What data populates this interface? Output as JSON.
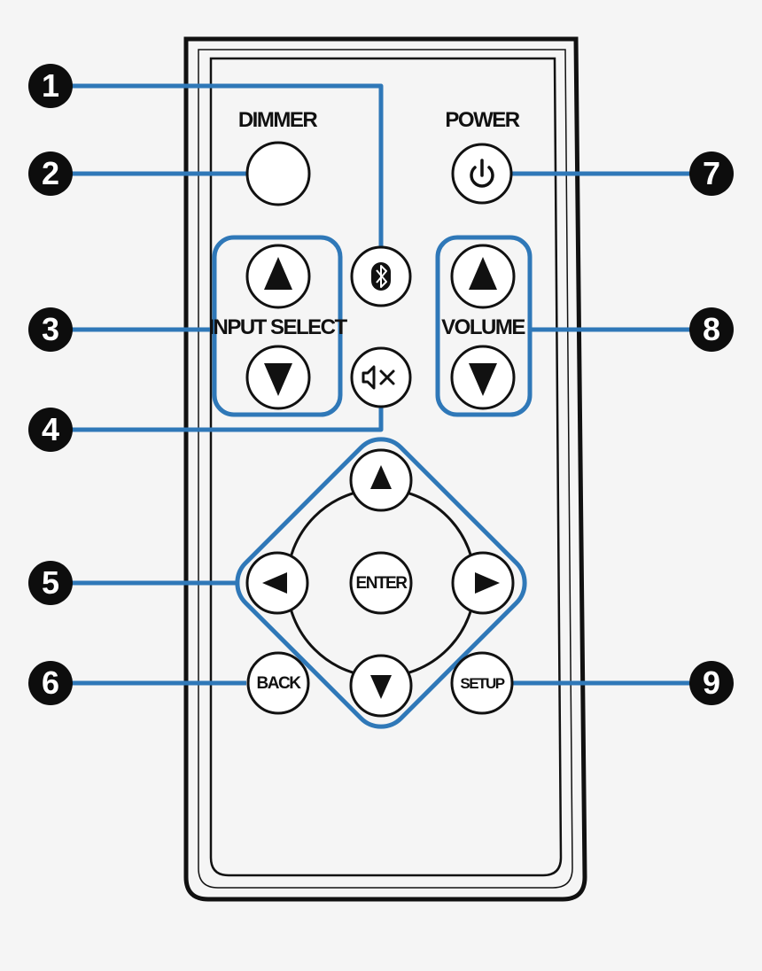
{
  "labels": {
    "dimmer": "DIMMER",
    "power": "POWER",
    "input_select": "INPUT SELECT",
    "volume": "VOLUME",
    "enter": "ENTER",
    "back": "BACK",
    "setup": "SETUP"
  },
  "callouts": {
    "c1": "1",
    "c2": "2",
    "c3": "3",
    "c4": "4",
    "c5": "5",
    "c6": "6",
    "c7": "7",
    "c8": "8",
    "c9": "9"
  },
  "icons": {
    "bluetooth": "bluetooth-icon",
    "mute": "mute-icon",
    "power": "power-icon",
    "arrow_up": "triangle-up-icon",
    "arrow_down": "triangle-down-icon",
    "arrow_left": "triangle-left-icon",
    "arrow_right": "triangle-right-icon"
  },
  "colors": {
    "callout_line": "#2f78b8",
    "remote_outline": "#111111",
    "button_fill": "#ffffff"
  }
}
